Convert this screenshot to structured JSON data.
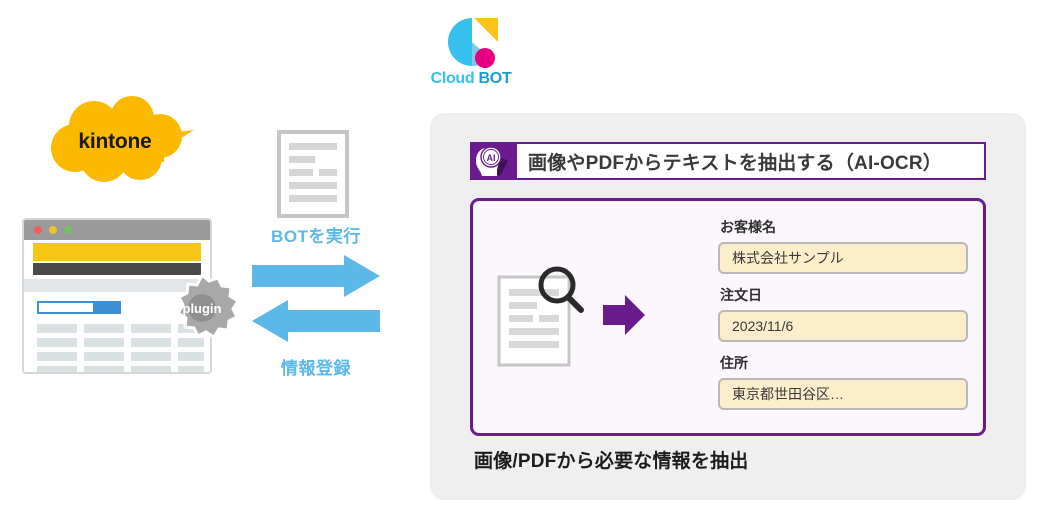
{
  "kintone": {
    "logo_text": "kintone",
    "cloud_color": "#FBBA00"
  },
  "browser_mock": {
    "plugin_label": "plugin",
    "accent_yellow": "#f5c518",
    "accent_blue": "#3e8fd4"
  },
  "flow": {
    "arrow_forward_label": "BOTを実行",
    "arrow_back_label": "情報登録",
    "arrow_color": "#5BB8E8"
  },
  "cloudbot": {
    "name_part1": "Cloud",
    "name_part2": "BOT",
    "color_cyan": "#35C0EE",
    "color_blue": "#1A9DD9",
    "color_yellow": "#FCC21B",
    "color_magenta": "#E6007E"
  },
  "panel": {
    "header": {
      "badge_label": "AI",
      "title": "画像やPDFからテキストを抽出する（AI-OCR）"
    },
    "fields": [
      {
        "label": "お客様名",
        "value": "株式会社サンプル"
      },
      {
        "label": "注文日",
        "value": "2023/11/6"
      },
      {
        "label": "住所",
        "value": "東京都世田谷区…"
      }
    ],
    "caption": "画像/PDFから必要な情報を抽出",
    "accent_purple": "#6A1B8E",
    "field_fill": "#fceeca"
  }
}
